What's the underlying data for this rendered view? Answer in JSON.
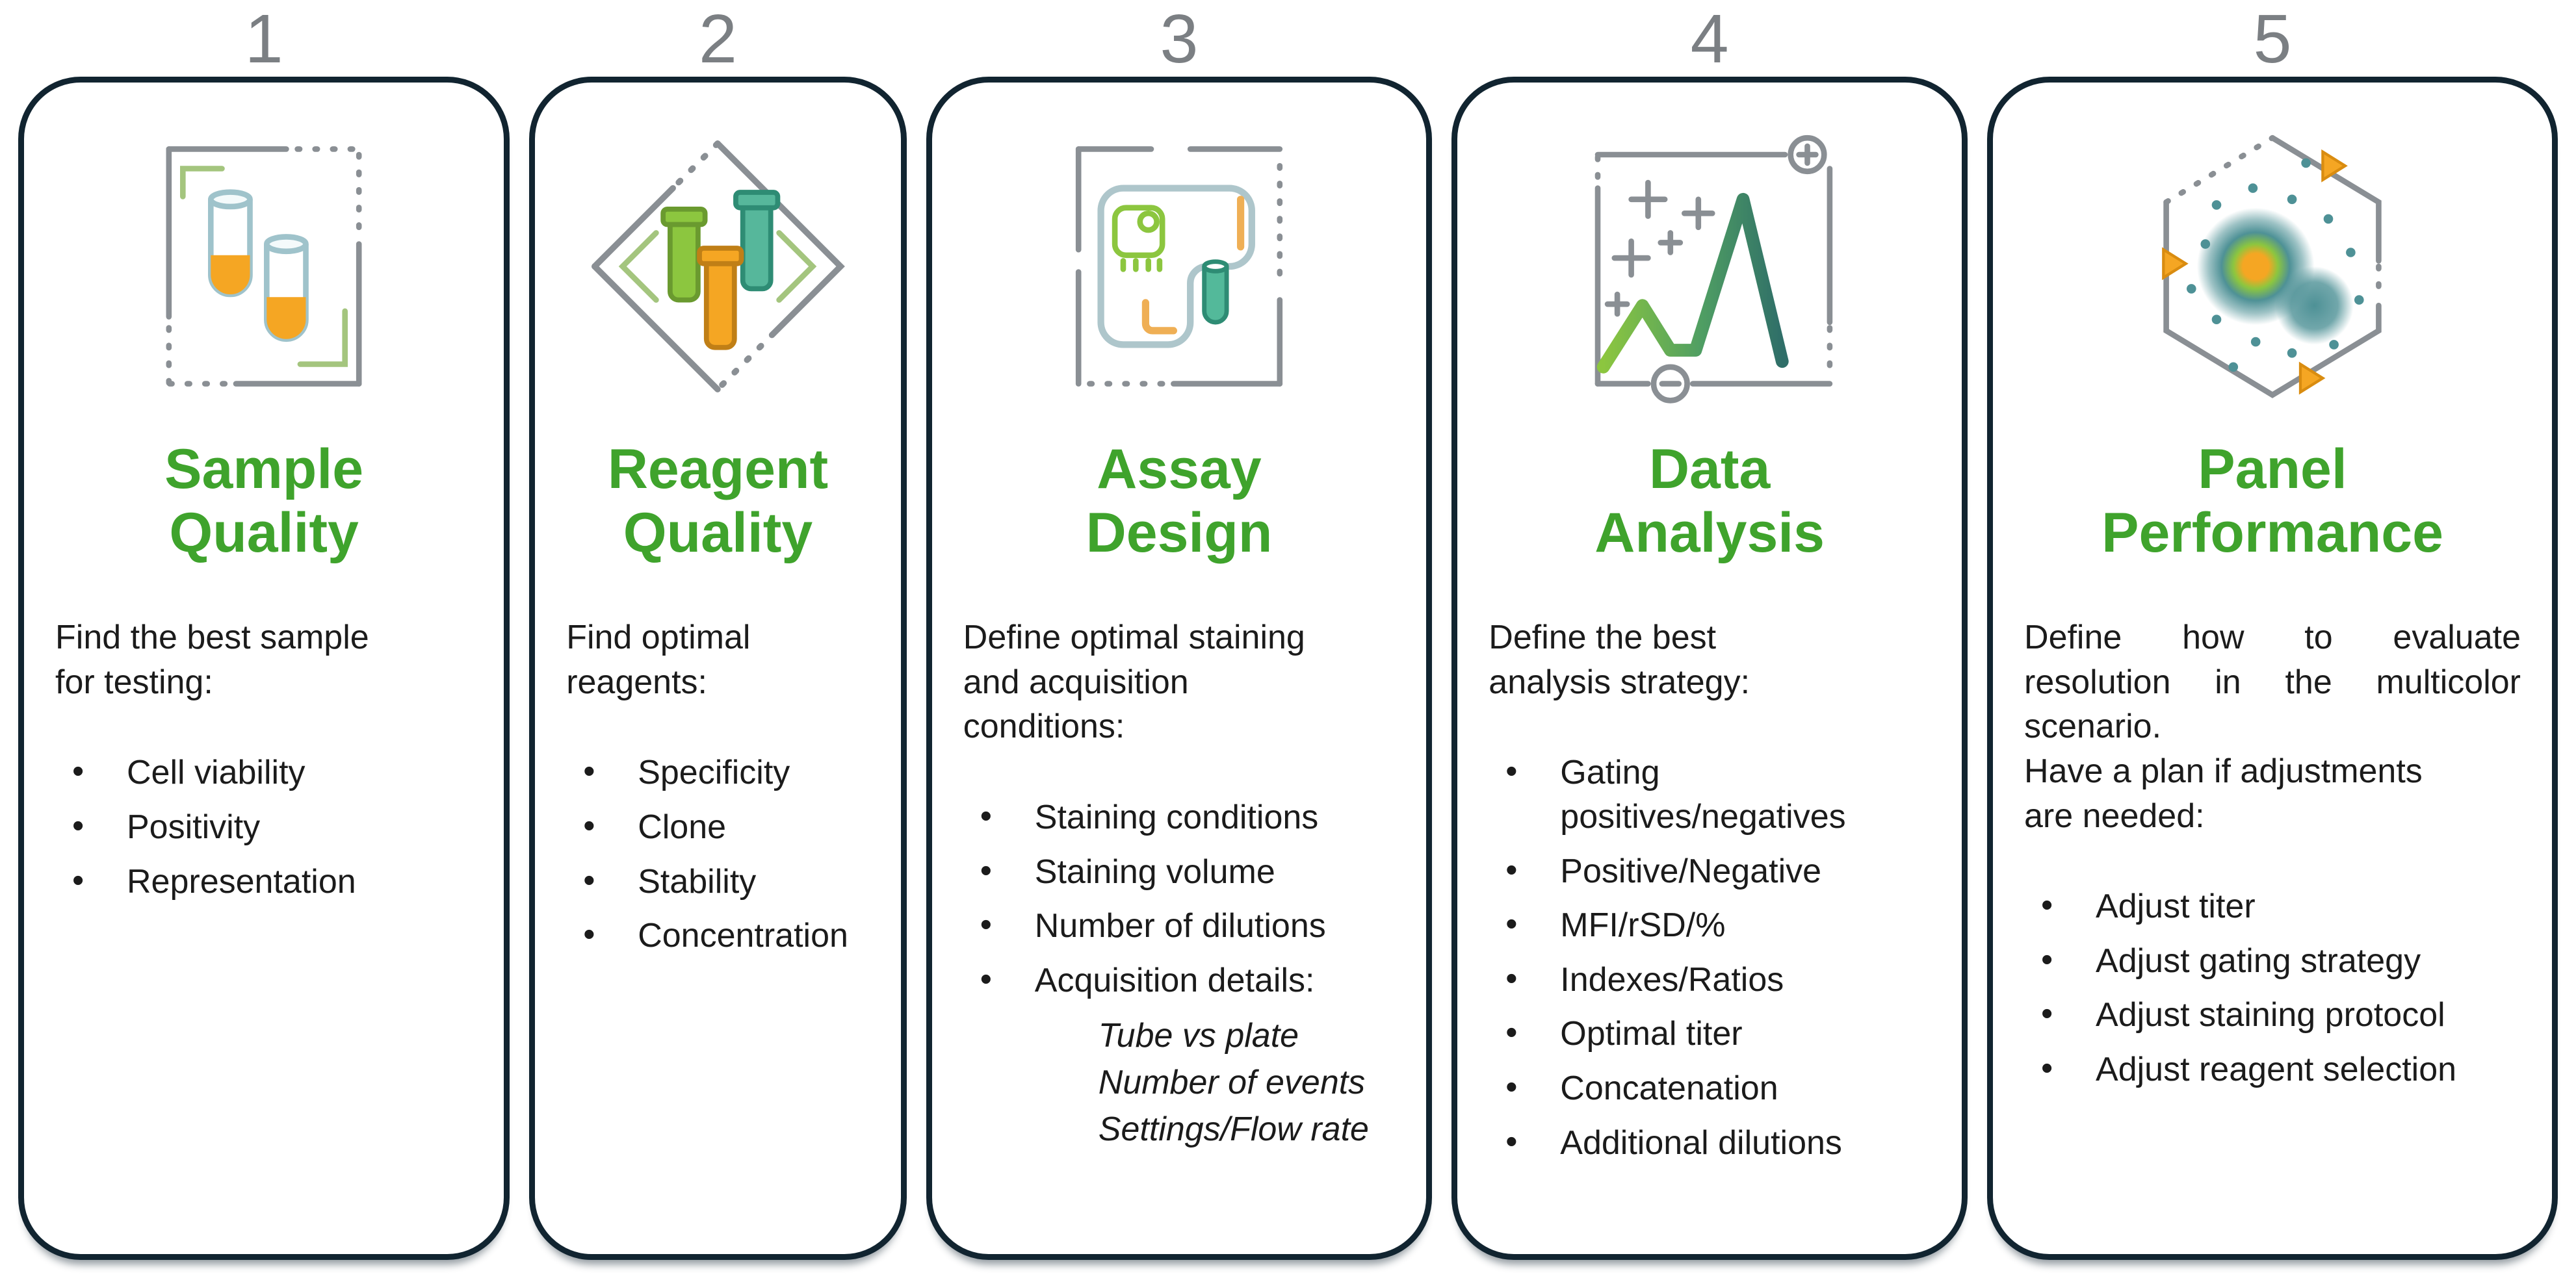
{
  "colors": {
    "title_green": "#3fa32c",
    "card_border_navy": "#112430",
    "number_gray": "#7b7f83",
    "body_text": "#1b1b1b",
    "accent_orange": "#f5a623",
    "accent_teal": "#4e9196",
    "accent_light_green": "#8cc63f",
    "frame_gray": "#8a8f94"
  },
  "steps": [
    {
      "number": "1",
      "icon": "sample-tubes-icon",
      "title": "Sample\nQuality",
      "intro": "Find the best sample\nfor testing:",
      "bullets": [
        "Cell viability",
        "Positivity",
        "Representation"
      ]
    },
    {
      "number": "2",
      "icon": "reagent-vials-icon",
      "title": "Reagent\nQuality",
      "intro": "Find optimal\nreagents:",
      "bullets": [
        "Specificity",
        "Clone",
        "Stability",
        "Concentration"
      ]
    },
    {
      "number": "3",
      "icon": "assay-design-icon",
      "title": "Assay\nDesign",
      "intro": "Define optimal staining\nand acquisition\nconditions:",
      "bullets": [
        "Staining conditions",
        "Staining volume",
        "Number of dilutions",
        "Acquisition details:"
      ],
      "subitems": [
        "Tube vs plate",
        "Number of events",
        "Settings/Flow rate"
      ]
    },
    {
      "number": "4",
      "icon": "data-analysis-chart-icon",
      "title": "Data\nAnalysis",
      "intro": "Define the best\nanalysis strategy:",
      "bullets": [
        "Gating positives/negatives",
        "Positive/Negative",
        "MFI/rSD/%",
        "Indexes/Ratios",
        "Optimal titer",
        "Concatenation",
        "Additional dilutions"
      ]
    },
    {
      "number": "5",
      "icon": "panel-performance-scatter-icon",
      "title": "Panel\nPerformance",
      "intro": "Define how to evaluate resolution in the multicolor scenario.",
      "intro2": "Have a plan if adjustments\nare needed:",
      "bullets": [
        "Adjust titer",
        "Adjust gating strategy",
        "Adjust staining protocol",
        "Adjust reagent selection"
      ]
    }
  ]
}
